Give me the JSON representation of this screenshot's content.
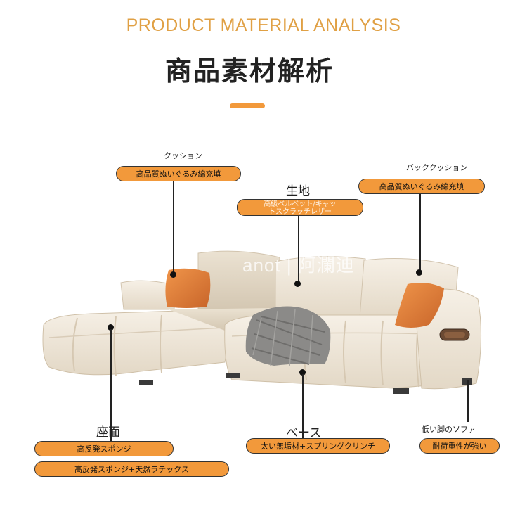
{
  "header": {
    "title_en": "PRODUCT MATERIAL ANALYSIS",
    "title_jp": "商品素材解析"
  },
  "watermark": "anot | 阿瀾迪",
  "labels": {
    "cushion": {
      "caption": "クッション",
      "pill": "高品質ぬいぐるみ綿充填"
    },
    "fabric": {
      "caption": "生地",
      "pill_line1": "高級ベルベット/キャッ",
      "pill_line2": "トスクラッチレザー"
    },
    "back_cushion": {
      "caption": "バッククッション",
      "pill": "高品質ぬいぐるみ綿充填"
    },
    "seat": {
      "caption": "座面",
      "pill1": "高反発スポンジ",
      "pill2": "高反発スポンジ+天然ラテックス"
    },
    "base": {
      "caption": "ベース",
      "pill": "太い無垢材+スプリングクリンチ"
    },
    "legs": {
      "caption": "低い脚のソファ",
      "pill": "耐荷重性が強い"
    }
  },
  "colors": {
    "accent": "#f2993b",
    "title": "#e0a044",
    "sofa": "#efe7da",
    "pillow": "#e0803a"
  }
}
